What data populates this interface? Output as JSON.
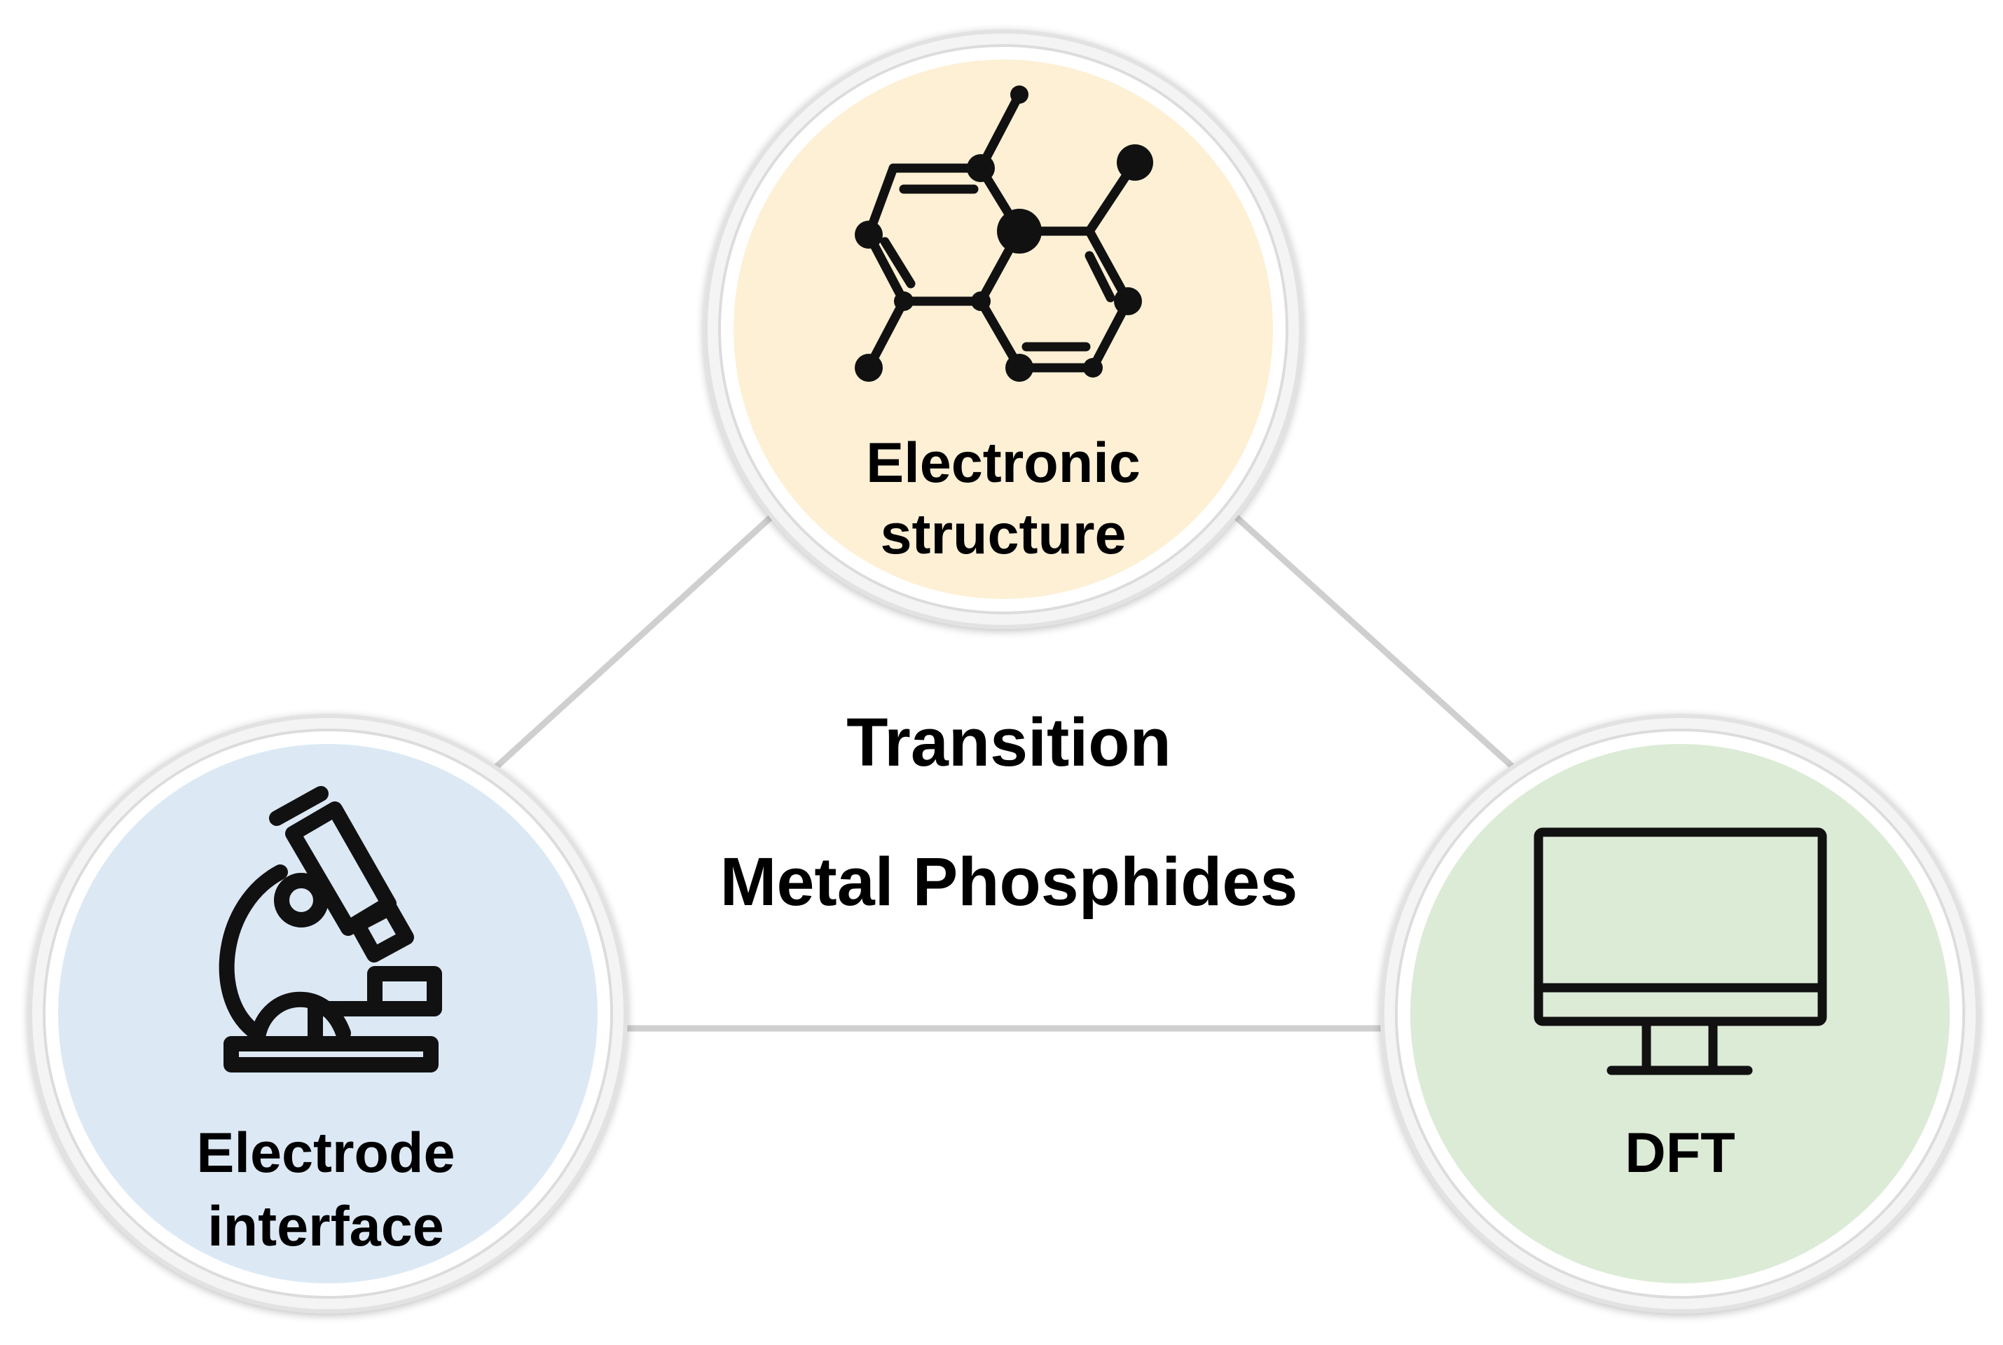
{
  "center": {
    "line1": "Transition",
    "line2": "Metal Phosphides"
  },
  "nodes": {
    "top": {
      "line1": "Electronic",
      "line2": "structure",
      "icon": "molecule-icon",
      "fill": "#fdf0d5"
    },
    "left": {
      "line1": "Electrode",
      "line2": "interface",
      "icon": "microscope-icon",
      "fill": "#dce9f5"
    },
    "right": {
      "line1": "DFT",
      "icon": "monitor-icon",
      "fill": "#dcebd6"
    }
  },
  "colors": {
    "connector": "#cfcfcf",
    "ring": "#e2e2e2",
    "ink": "#000000"
  }
}
